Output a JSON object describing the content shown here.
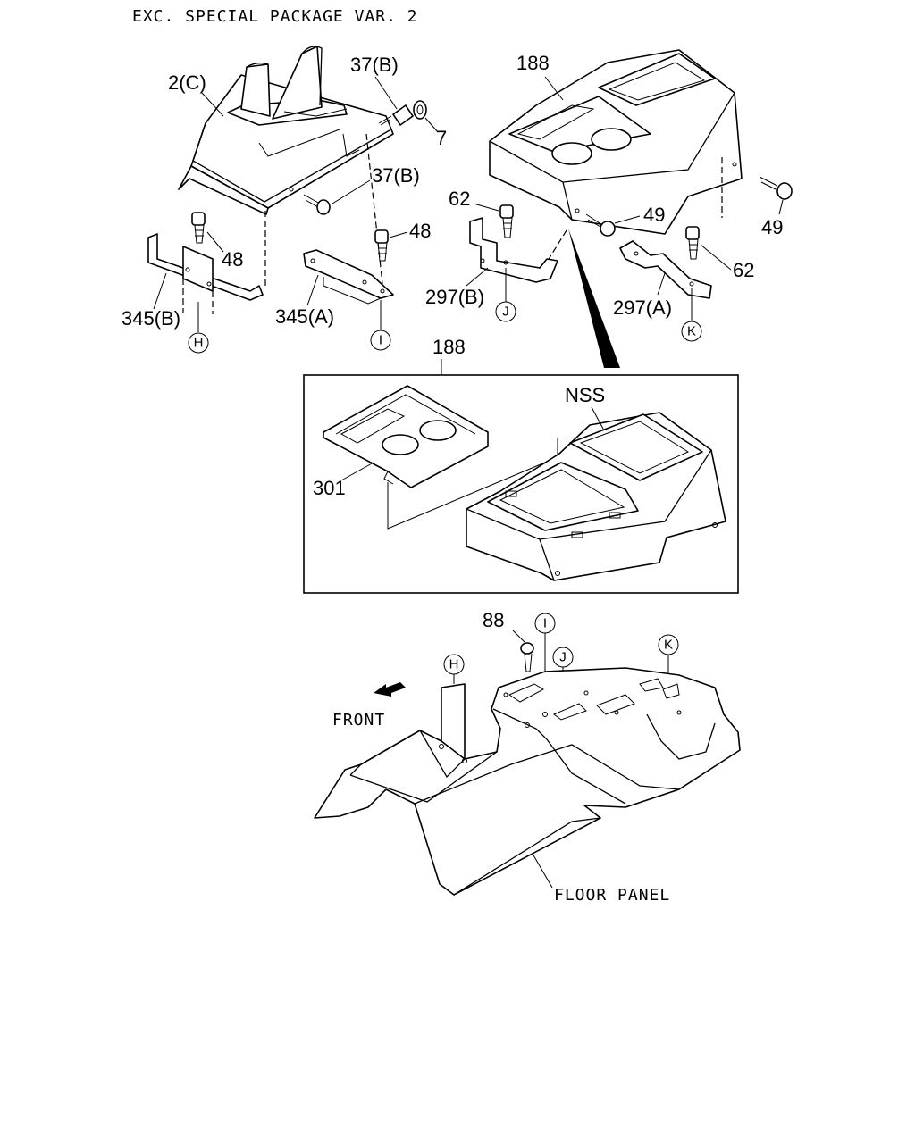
{
  "title": "EXC. SPECIAL PACKAGE VAR. 2",
  "callouts": {
    "shift_console": "2(C)",
    "bolt_37b_top": "37(B)",
    "nut_7": "7",
    "bolt_37b_side": "37(B)",
    "screw_48_left": "48",
    "screw_48_right": "48",
    "bracket_345b": "345(B)",
    "bracket_345a": "345(A)",
    "console_188_top": "188",
    "screw_62_left": "62",
    "screw_49_center": "49",
    "screw_49_right": "49",
    "screw_62_right": "62",
    "bracket_297b": "297(B)",
    "bracket_297a": "297(A)",
    "console_188_detail": "188",
    "nss": "NSS",
    "lid_301": "301",
    "screw_88": "88",
    "front": "FRONT",
    "floor_panel": "FLOOR PANEL"
  },
  "circle_refs": {
    "h_top": "H",
    "i_top": "I",
    "j_top": "J",
    "k_top": "K",
    "i_floor": "I",
    "j_floor": "J",
    "h_floor": "H",
    "k_floor": "K"
  },
  "colors": {
    "ink": "#000000",
    "paper": "#ffffff"
  }
}
